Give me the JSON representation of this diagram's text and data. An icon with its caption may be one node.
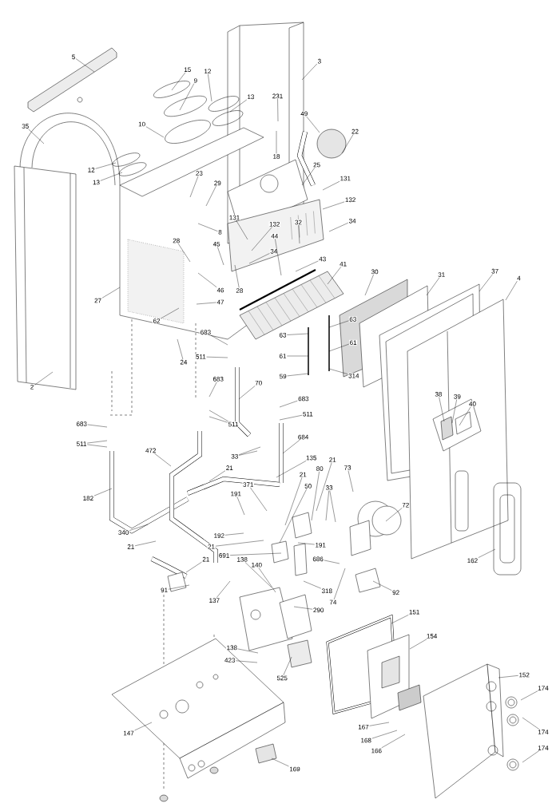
{
  "diagram": {
    "nodes": [
      {
        "text": [
          "5"
        ]
      },
      {
        "text": [
          "3"
        ]
      },
      {
        "text": [
          "15"
        ]
      },
      {
        "text": [
          "12"
        ]
      },
      {
        "text": [
          "9"
        ]
      },
      {
        "text": [
          "13"
        ]
      },
      {
        "text": [
          "231"
        ]
      },
      {
        "text": [
          "49"
        ]
      },
      {
        "text": [
          "10"
        ]
      },
      {
        "text": [
          "35"
        ]
      },
      {
        "text": [
          "22"
        ]
      },
      {
        "text": [
          "18"
        ]
      },
      {
        "text": [
          "12"
        ]
      },
      {
        "text": [
          "13"
        ]
      },
      {
        "text": [
          "25"
        ]
      },
      {
        "text": [
          "23"
        ]
      },
      {
        "text": [
          "131"
        ]
      },
      {
        "text": [
          "29"
        ]
      },
      {
        "text": [
          "132"
        ]
      },
      {
        "text": [
          "34"
        ]
      },
      {
        "text": [
          "131"
        ]
      },
      {
        "text": [
          "32"
        ]
      },
      {
        "text": [
          "132"
        ]
      },
      {
        "text": [
          "8"
        ]
      },
      {
        "text": [
          "28"
        ]
      },
      {
        "text": [
          "45"
        ]
      },
      {
        "text": [
          "34"
        ]
      },
      {
        "text": [
          "43"
        ]
      },
      {
        "text": [
          "44"
        ]
      },
      {
        "text": [
          "41"
        ]
      },
      {
        "text": [
          "37"
        ]
      },
      {
        "text": [
          "28"
        ]
      },
      {
        "text": [
          "30"
        ]
      },
      {
        "text": [
          "46"
        ]
      },
      {
        "text": [
          "31"
        ]
      },
      {
        "text": [
          "4"
        ]
      },
      {
        "text": [
          "47"
        ]
      },
      {
        "text": [
          "27"
        ]
      },
      {
        "text": [
          "62"
        ]
      },
      {
        "text": [
          "63"
        ]
      },
      {
        "text": [
          "63"
        ]
      },
      {
        "text": [
          "683"
        ]
      },
      {
        "text": [
          "61"
        ]
      },
      {
        "text": [
          "24"
        ]
      },
      {
        "text": [
          "511"
        ]
      },
      {
        "text": [
          "61"
        ]
      },
      {
        "text": [
          "314"
        ]
      },
      {
        "text": [
          "59"
        ]
      },
      {
        "text": [
          "2"
        ]
      },
      {
        "text": [
          "683"
        ]
      },
      {
        "text": [
          "70"
        ]
      },
      {
        "text": [
          "511"
        ]
      },
      {
        "text": [
          "683"
        ]
      },
      {
        "text": [
          "38"
        ]
      },
      {
        "text": [
          "39"
        ]
      },
      {
        "text": [
          "40"
        ]
      },
      {
        "text": [
          "511"
        ]
      },
      {
        "text": [
          "683"
        ]
      },
      {
        "text": [
          "511"
        ]
      },
      {
        "text": [
          "684"
        ]
      },
      {
        "text": [
          "33"
        ]
      },
      {
        "text": [
          "472"
        ]
      },
      {
        "text": [
          "21"
        ]
      },
      {
        "text": [
          "135"
        ]
      },
      {
        "text": [
          "73"
        ]
      },
      {
        "text": [
          "182"
        ]
      },
      {
        "text": [
          "21"
        ]
      },
      {
        "text": [
          "80"
        ]
      },
      {
        "text": [
          "371"
        ]
      },
      {
        "text": [
          "33"
        ]
      },
      {
        "text": [
          "191"
        ]
      },
      {
        "text": [
          "72"
        ]
      },
      {
        "text": [
          "21"
        ]
      },
      {
        "text": [
          "340"
        ]
      },
      {
        "text": [
          "191"
        ]
      },
      {
        "text": [
          "50"
        ]
      },
      {
        "text": [
          "192"
        ]
      },
      {
        "text": [
          "21"
        ]
      },
      {
        "text": [
          "21"
        ]
      },
      {
        "text": [
          "162"
        ]
      },
      {
        "text": [
          "691"
        ]
      },
      {
        "text": [
          "21"
        ]
      },
      {
        "text": [
          "686"
        ]
      },
      {
        "text": [
          "137"
        ]
      },
      {
        "text": [
          "74"
        ]
      },
      {
        "text": [
          "138"
        ]
      },
      {
        "text": [
          "318"
        ]
      },
      {
        "text": [
          "140"
        ]
      },
      {
        "text": [
          "92"
        ]
      },
      {
        "text": [
          "91"
        ]
      },
      {
        "text": [
          "290"
        ]
      },
      {
        "text": [
          "151"
        ]
      },
      {
        "text": [
          "154"
        ]
      },
      {
        "text": [
          "138"
        ]
      },
      {
        "text": [
          "423"
        ]
      },
      {
        "text": [
          "525"
        ]
      },
      {
        "text": [
          "152"
        ]
      },
      {
        "text": [
          "174"
        ]
      },
      {
        "text": [
          "174"
        ]
      },
      {
        "text": [
          "167"
        ]
      },
      {
        "text": [
          "147"
        ]
      },
      {
        "text": [
          "168"
        ]
      },
      {
        "text": [
          "166"
        ]
      },
      {
        "text": [
          "174"
        ]
      },
      {
        "text": [
          "169"
        ]
      }
    ],
    "edges": [
      {
        "from": 0,
        "to": null,
        "arrow": "none"
      },
      {
        "from": 1,
        "to": null,
        "arrow": "none"
      },
      {
        "from": 2,
        "to": null,
        "arrow": "none"
      },
      {
        "from": 3,
        "to": null,
        "arrow": "none"
      },
      {
        "from": 4,
        "to": null,
        "arrow": "none"
      },
      {
        "from": 5,
        "to": null,
        "arrow": "none"
      },
      {
        "from": 6,
        "to": null,
        "arrow": "none"
      },
      {
        "from": 7,
        "to": null,
        "arrow": "none"
      },
      {
        "from": 8,
        "to": null,
        "arrow": "none"
      },
      {
        "from": 9,
        "to": null,
        "arrow": "none"
      },
      {
        "from": 10,
        "to": null,
        "arrow": "none"
      },
      {
        "from": 11,
        "to": null,
        "arrow": "none"
      },
      {
        "from": 12,
        "to": null,
        "arrow": "none"
      },
      {
        "from": 13,
        "to": null,
        "arrow": "none"
      },
      {
        "from": 14,
        "to": null,
        "arrow": "none"
      },
      {
        "from": 15,
        "to": null,
        "arrow": "none"
      },
      {
        "from": 16,
        "to": null,
        "arrow": "none"
      },
      {
        "from": 17,
        "to": null,
        "arrow": "none"
      },
      {
        "from": 18,
        "to": null,
        "arrow": "none"
      },
      {
        "from": 19,
        "to": null,
        "arrow": "none"
      },
      {
        "from": 20,
        "to": null,
        "arrow": "none"
      },
      {
        "from": 21,
        "to": null,
        "arrow": "none"
      },
      {
        "from": 22,
        "to": null,
        "arrow": "none"
      },
      {
        "from": 23,
        "to": null,
        "arrow": "none"
      },
      {
        "from": 24,
        "to": null,
        "arrow": "none"
      },
      {
        "from": 25,
        "to": null,
        "arrow": "none"
      },
      {
        "from": 26,
        "to": null,
        "arrow": "none"
      },
      {
        "from": 27,
        "to": null,
        "arrow": "none"
      },
      {
        "from": 28,
        "to": null,
        "arrow": "none"
      },
      {
        "from": 29,
        "to": null,
        "arrow": "none"
      },
      {
        "from": 30,
        "to": null,
        "arrow": "none"
      },
      {
        "from": 31,
        "to": null,
        "arrow": "none"
      },
      {
        "from": 32,
        "to": null,
        "arrow": "none"
      },
      {
        "from": 33,
        "to": null,
        "arrow": "none"
      },
      {
        "from": 34,
        "to": null,
        "arrow": "none"
      },
      {
        "from": 35,
        "to": null,
        "arrow": "none"
      },
      {
        "from": 36,
        "to": null,
        "arrow": "none"
      },
      {
        "from": 37,
        "to": null,
        "arrow": "none"
      },
      {
        "from": 38,
        "to": null,
        "arrow": "none"
      },
      {
        "from": 39,
        "to": null,
        "arrow": "none"
      },
      {
        "from": 40,
        "to": null,
        "arrow": "none"
      },
      {
        "from": 41,
        "to": null,
        "arrow": "none"
      },
      {
        "from": 42,
        "to": null,
        "arrow": "none"
      },
      {
        "from": 43,
        "to": null,
        "arrow": "none"
      },
      {
        "from": 44,
        "to": null,
        "arrow": "none"
      },
      {
        "from": 45,
        "to": null,
        "arrow": "none"
      },
      {
        "from": 46,
        "to": null,
        "arrow": "none"
      },
      {
        "from": 47,
        "to": null,
        "arrow": "none"
      },
      {
        "from": 48,
        "to": null,
        "arrow": "none"
      },
      {
        "from": 49,
        "to": null,
        "arrow": "none"
      },
      {
        "from": 50,
        "to": null,
        "arrow": "none"
      },
      {
        "from": 51,
        "to": null,
        "arrow": "none"
      },
      {
        "from": 51,
        "to": null,
        "arrow": "none"
      },
      {
        "from": 52,
        "to": null,
        "arrow": "none"
      },
      {
        "from": 53,
        "to": null,
        "arrow": "none"
      },
      {
        "from": 54,
        "to": null,
        "arrow": "none"
      },
      {
        "from": 55,
        "to": null,
        "arrow": "none"
      },
      {
        "from": 56,
        "to": null,
        "arrow": "none"
      },
      {
        "from": 57,
        "to": null,
        "arrow": "none"
      },
      {
        "from": 58,
        "to": null,
        "arrow": "none"
      },
      {
        "from": 58,
        "to": null,
        "arrow": "none"
      },
      {
        "from": 59,
        "to": null,
        "arrow": "none"
      },
      {
        "from": 60,
        "to": null,
        "arrow": "none"
      },
      {
        "from": 60,
        "to": null,
        "arrow": "none"
      },
      {
        "from": 61,
        "to": null,
        "arrow": "none"
      },
      {
        "from": 62,
        "to": null,
        "arrow": "none"
      },
      {
        "from": 63,
        "to": null,
        "arrow": "none"
      },
      {
        "from": 64,
        "to": null,
        "arrow": "none"
      },
      {
        "from": 65,
        "to": null,
        "arrow": "none"
      },
      {
        "from": 66,
        "to": null,
        "arrow": "none"
      },
      {
        "from": 67,
        "to": null,
        "arrow": "none"
      },
      {
        "from": 68,
        "to": null,
        "arrow": "none"
      },
      {
        "from": 69,
        "to": null,
        "arrow": "none"
      },
      {
        "from": 69,
        "to": null,
        "arrow": "none"
      },
      {
        "from": 70,
        "to": null,
        "arrow": "none"
      },
      {
        "from": 71,
        "to": null,
        "arrow": "none"
      },
      {
        "from": 72,
        "to": null,
        "arrow": "none"
      },
      {
        "from": 73,
        "to": null,
        "arrow": "none"
      },
      {
        "from": 74,
        "to": null,
        "arrow": "none"
      },
      {
        "from": 75,
        "to": null,
        "arrow": "none"
      },
      {
        "from": 76,
        "to": null,
        "arrow": "none"
      },
      {
        "from": 77,
        "to": null,
        "arrow": "none"
      },
      {
        "from": 78,
        "to": null,
        "arrow": "none"
      },
      {
        "from": 79,
        "to": null,
        "arrow": "none"
      },
      {
        "from": 80,
        "to": null,
        "arrow": "none"
      },
      {
        "from": 81,
        "to": null,
        "arrow": "none"
      },
      {
        "from": 82,
        "to": null,
        "arrow": "none"
      },
      {
        "from": 83,
        "to": null,
        "arrow": "none"
      },
      {
        "from": 84,
        "to": null,
        "arrow": "none"
      },
      {
        "from": 85,
        "to": null,
        "arrow": "none"
      },
      {
        "from": 86,
        "to": null,
        "arrow": "none"
      },
      {
        "from": 87,
        "to": null,
        "arrow": "none"
      },
      {
        "from": 88,
        "to": null,
        "arrow": "none"
      },
      {
        "from": 89,
        "to": null,
        "arrow": "none"
      },
      {
        "from": 90,
        "to": null,
        "arrow": "none"
      },
      {
        "from": 91,
        "to": null,
        "arrow": "none"
      },
      {
        "from": 92,
        "to": null,
        "arrow": "none"
      },
      {
        "from": 93,
        "to": null,
        "arrow": "none"
      },
      {
        "from": 94,
        "to": null,
        "arrow": "none"
      },
      {
        "from": 95,
        "to": null,
        "arrow": "none"
      },
      {
        "from": 96,
        "to": null,
        "arrow": "none"
      },
      {
        "from": 97,
        "to": null,
        "arrow": "none"
      },
      {
        "from": 98,
        "to": null,
        "arrow": "none"
      },
      {
        "from": 99,
        "to": null,
        "arrow": "none"
      },
      {
        "from": 100,
        "to": null,
        "arrow": "none"
      },
      {
        "from": 101,
        "to": null,
        "arrow": "none"
      },
      {
        "from": 102,
        "to": null,
        "arrow": "none"
      },
      {
        "from": 103,
        "to": null,
        "arrow": "none"
      },
      {
        "from": 104,
        "to": null,
        "arrow": "none"
      }
    ]
  }
}
